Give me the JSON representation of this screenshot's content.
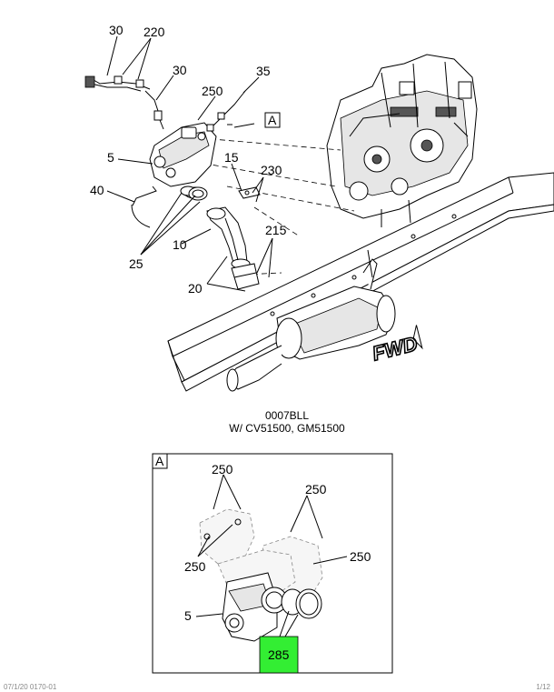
{
  "callouts": {
    "c30a": "30",
    "c220": "220",
    "c30b": "30",
    "c35": "35",
    "c250": "250",
    "cA": "A",
    "c5": "5",
    "c15": "15",
    "c230": "230",
    "c40": "40",
    "c215": "215",
    "c10": "10",
    "c25": "25",
    "c20": "20"
  },
  "fwd_label": "FWD",
  "caption": {
    "line1": "0007BLL",
    "line2": "W/ CV51500, GM51500"
  },
  "detail": {
    "frame_label": "A",
    "c250a": "250",
    "c250b": "250",
    "c250c": "250",
    "c250d": "250",
    "c5": "5",
    "c285": "285",
    "highlight_color": "#33ee33"
  },
  "footer": {
    "left": "07/1/20 0170-01",
    "right": "1/12"
  }
}
